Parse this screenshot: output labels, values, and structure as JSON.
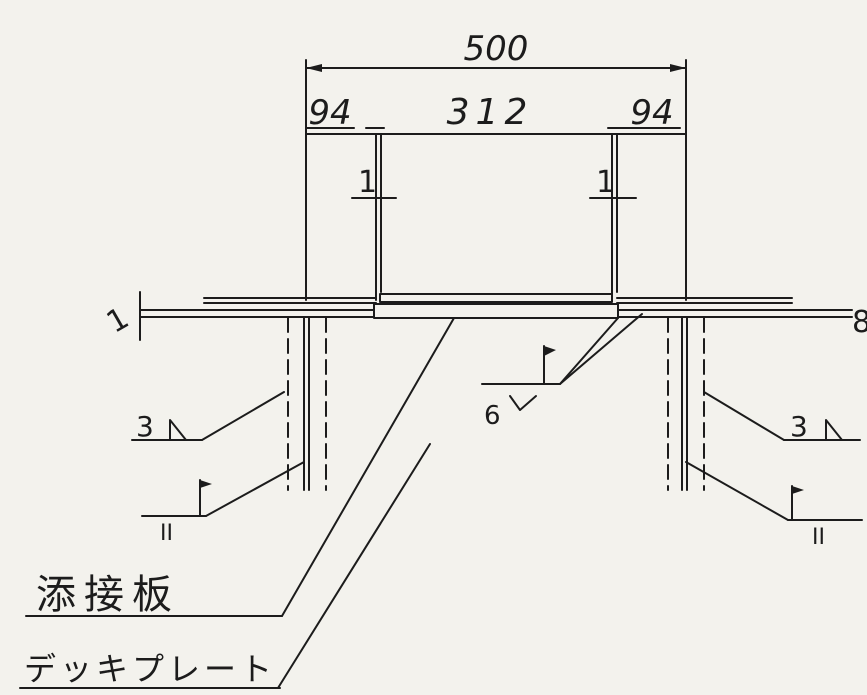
{
  "dimensions": {
    "overall": "500",
    "left_edge": "94",
    "center": "312",
    "right_edge": "94"
  },
  "markers": {
    "left_ref": "1",
    "right_ref": "1",
    "left_plate_mark": "1",
    "right_plate_mark": "8"
  },
  "welds": {
    "left_fillet_size": "3",
    "right_fillet_size": "3",
    "center_weld_size": "6",
    "left_bottom_symbol": "II",
    "right_bottom_symbol": "II"
  },
  "labels": {
    "splice_plate": "添接板",
    "deck_plate": "デッキプレート"
  }
}
